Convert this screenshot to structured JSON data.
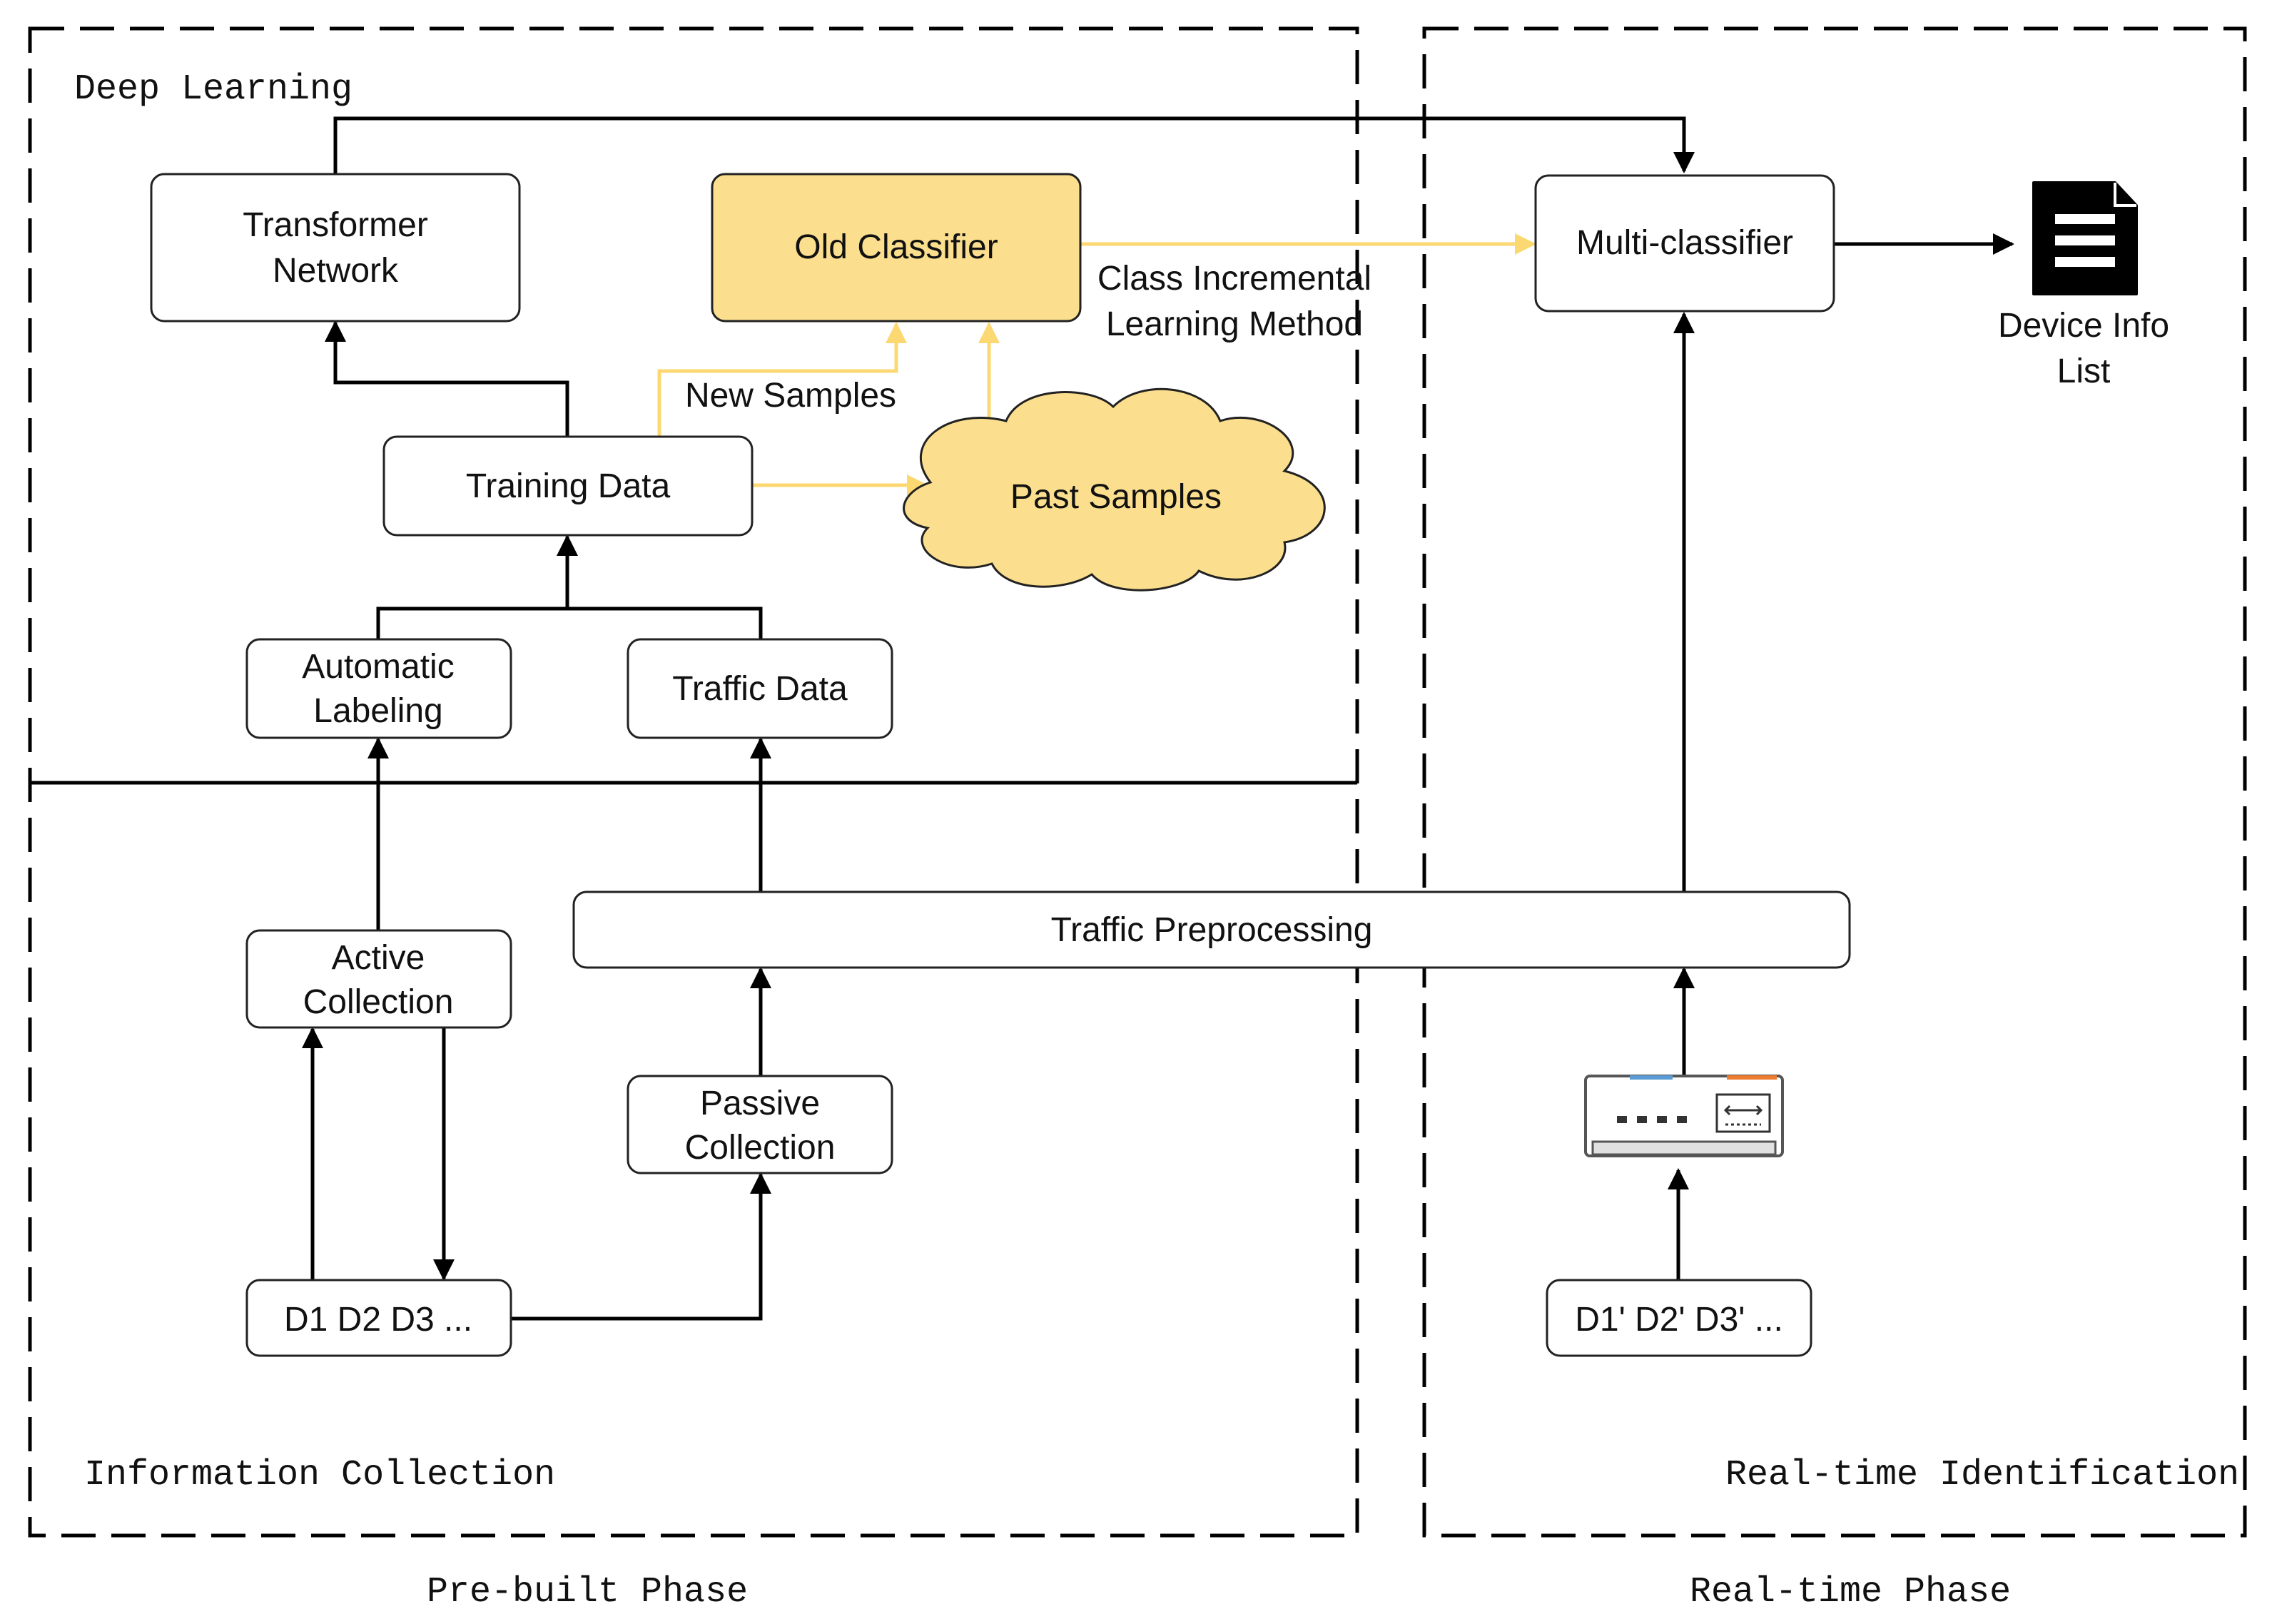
{
  "colors": {
    "accent_yellow": "#fbdf8e",
    "arrow_yellow": "#fcd872",
    "line": "#000000"
  },
  "regions": {
    "deep_learning": "Deep Learning",
    "information_collection": "Information Collection",
    "realtime_identification": "Real-time Identification",
    "prebuilt_phase": "Pre-built Phase",
    "realtime_phase": "Real-time Phase"
  },
  "nodes": {
    "transformer_line1": "Transformer",
    "transformer_line2": "Network",
    "old_classifier": "Old Classifier",
    "class_incremental_line1": "Class Incremental",
    "class_incremental_line2": "Learning Method",
    "new_samples": "New Samples",
    "training_data": "Training Data",
    "past_samples": "Past Samples",
    "automatic_labeling_line1": "Automatic",
    "automatic_labeling_line2": "Labeling",
    "traffic_data": "Traffic Data",
    "traffic_preprocessing": "Traffic Preprocessing",
    "active_collection_line1": "Active",
    "active_collection_line2": "Collection",
    "passive_collection_line1": "Passive",
    "passive_collection_line2": "Collection",
    "devices": "D1 D2 D3 ...",
    "multi_classifier": "Multi-classifier",
    "device_info_line1": "Device Info",
    "device_info_line2": "List",
    "devices_realtime": "D1' D2' D3' ..."
  },
  "icons": {
    "document": "document-icon",
    "gateway": "network-switch-icon"
  }
}
